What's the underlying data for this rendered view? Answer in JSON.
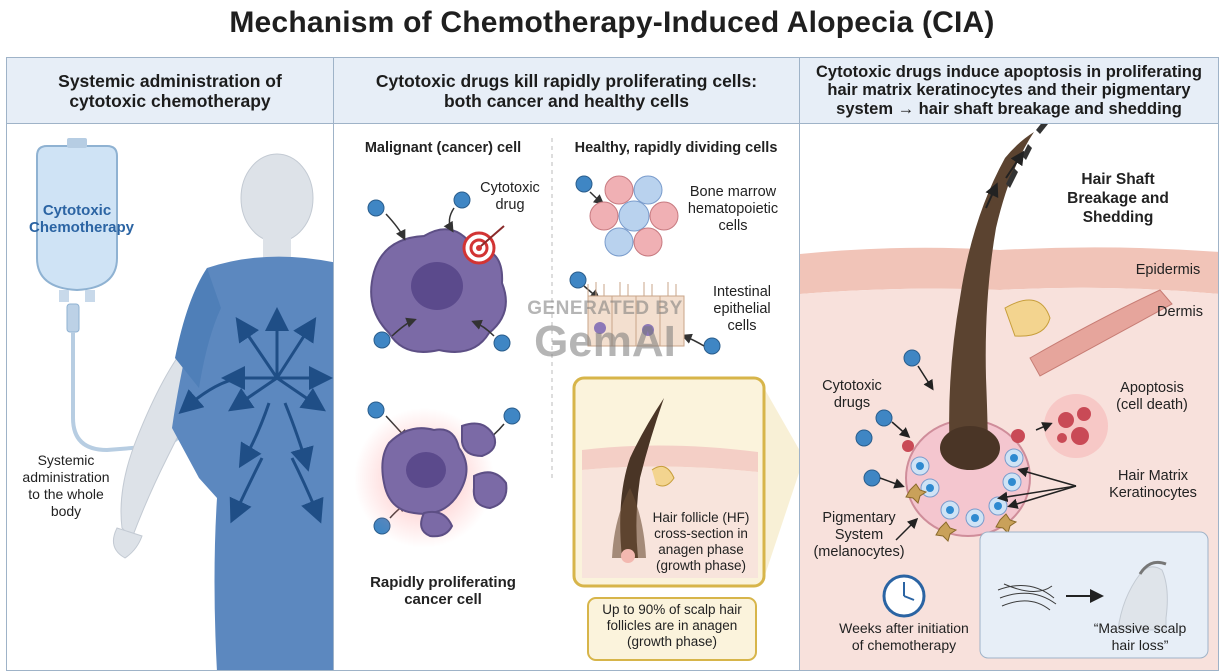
{
  "title": "Mechanism of Chemotherapy-Induced Alopecia (CIA)",
  "panel1": {
    "header_line1": "Systemic administration of",
    "header_line2": "cytotoxic chemotherapy",
    "bag_label_1": "Cytotoxic",
    "bag_label_2": "Chemotherapy",
    "admin_1": "Systemic",
    "admin_2": "administration",
    "admin_3": "to the whole",
    "admin_4": "body"
  },
  "panel2": {
    "header_line1": "Cytotoxic drugs kill rapidly proliferating cells:",
    "header_line2": "both cancer and healthy cells",
    "malignant_title": "Malignant (cancer) cell",
    "healthy_title": "Healthy, rapidly dividing cells",
    "cytotoxic_drug_1": "Cytotoxic",
    "cytotoxic_drug_2": "drug",
    "bone_1": "Bone marrow",
    "bone_2": "hematopoietic",
    "bone_3": "cells",
    "intestinal_1": "Intestinal",
    "intestinal_2": "epithelial",
    "intestinal_3": "cells",
    "rapid_1": "Rapidly proliferating",
    "rapid_2": "cancer cell",
    "hf_1": "Hair follicle (HF)",
    "hf_2": "cross-section in",
    "hf_3": "anagen phase",
    "hf_4": "(growth phase)",
    "anagen_1": "Up to 90% of scalp hair",
    "anagen_2": "follicles are in anagen",
    "anagen_3": "(growth phase)"
  },
  "panel3": {
    "header_line1": "Cytotoxic drugs induce apoptosis in proliferating",
    "header_line2": "hair matrix keratinocytes and their pigmentary",
    "header_line3": "system → hair shaft breakage and shedding",
    "breakage_1": "Hair Shaft",
    "breakage_2": "Breakage and",
    "breakage_3": "Shedding",
    "epidermis": "Epidermis",
    "dermis": "Dermis",
    "cytotoxic_1": "Cytotoxic",
    "cytotoxic_2": "drugs",
    "apoptosis_1": "Apoptosis",
    "apoptosis_2": "(cell death)",
    "matrix_1": "Hair Matrix",
    "matrix_2": "Keratinocytes",
    "pigment_1": "Pigmentary",
    "pigment_2": "System",
    "pigment_3": "(melanocytes)",
    "weeks_1": "Weeks after initiation",
    "weeks_2": "of chemotherapy",
    "loss_1": "“Massive scalp",
    "loss_2": "hair loss”"
  },
  "watermark": {
    "line1": "GENERATED BY",
    "line2": "GemAI"
  },
  "colors": {
    "header_bg": "#e7eef7",
    "gown": "#4f7fb8",
    "cancer_cell": "#7b6aa6",
    "drug": "#3f86c4",
    "skin": "#f6dcd5"
  }
}
